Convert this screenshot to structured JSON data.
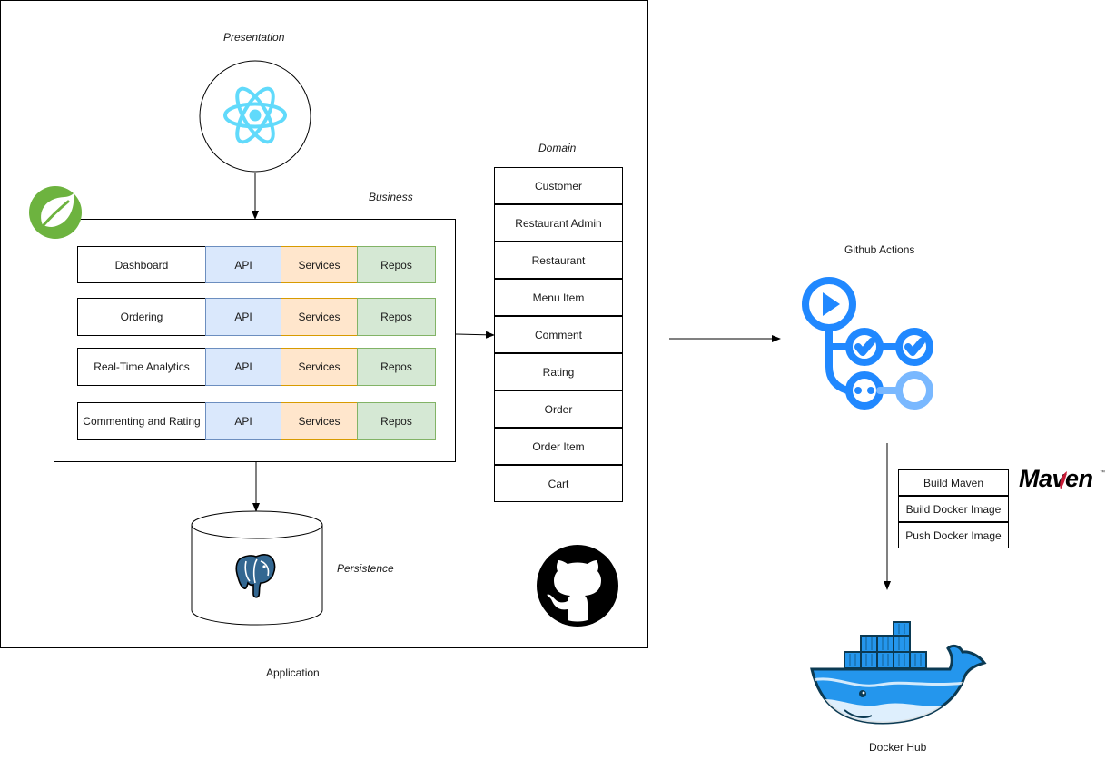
{
  "labels": {
    "presentation": "Presentation",
    "business": "Business",
    "domain": "Domain",
    "persistence": "Persistence",
    "application": "Application",
    "github_actions": "Github Actions",
    "docker_hub": "Docker Hub",
    "maven_logo": "Maven"
  },
  "business_rows": [
    {
      "module": "Dashboard",
      "api": "API",
      "services": "Services",
      "repos": "Repos"
    },
    {
      "module": "Ordering",
      "api": "API",
      "services": "Services",
      "repos": "Repos"
    },
    {
      "module": "Real-Time Analytics",
      "api": "API",
      "services": "Services",
      "repos": "Repos"
    },
    {
      "module": "Commenting and Rating",
      "api": "API",
      "services": "Services",
      "repos": "Repos"
    }
  ],
  "domain_items": [
    "Customer",
    "Restaurant Admin",
    "Restaurant",
    "Menu Item",
    "Comment",
    "Rating",
    "Order",
    "Order Item",
    "Cart"
  ],
  "pipeline_steps": [
    "Build Maven",
    "Build Docker Image",
    "Push Docker Image"
  ],
  "icons": {
    "presentation": "react-icon",
    "business": "spring-leaf-icon",
    "persistence": "postgresql-elephant-icon",
    "source": "github-octocat-icon",
    "ci": "github-actions-icon",
    "registry": "docker-whale-icon"
  },
  "colors": {
    "react": "#61dafb",
    "spring": "#6db33f",
    "postgres": "#336791",
    "github_actions": "#2088ff",
    "docker": "#2496ed",
    "api_fill": "#dae8fc",
    "services_fill": "#ffe6cc",
    "repos_fill": "#d5e8d4"
  }
}
